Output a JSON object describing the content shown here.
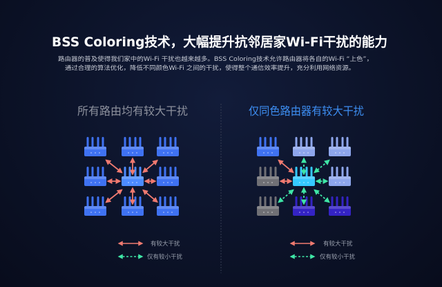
{
  "title": "BSS Coloring技术，大幅提升抗邻居家Wi-Fi干扰的能力",
  "subtitle": [
    "路由器的普及使得我们家中的Wi-Fi 干扰也越来越多。BSS Coloring技术允许路由器将各自的Wi-Fi “上色”，",
    "通过合理的算法优化，降低不同颜色Wi-Fi 之间的干扰，使得整个通信效率提升，充分利用网络资源。"
  ],
  "colors": {
    "background": "#0c1329",
    "title": "#ffffff",
    "strong_interference": "#f07a70",
    "weak_interference": "#3fe6a6",
    "divider": "#353c52"
  },
  "panels": [
    {
      "heading": "所有路由均有较大干扰",
      "heading_color": "#8d919d",
      "center": 4,
      "routers": [
        "#3f72f2",
        "#3f72f2",
        "#3f72f2",
        "#3f72f2",
        "#4c8bff",
        "#3f72f2",
        "#3f72f2",
        "#3f72f2",
        "#3f72f2"
      ],
      "links": [
        {
          "to": 0,
          "level": "strong"
        },
        {
          "to": 1,
          "level": "strong"
        },
        {
          "to": 2,
          "level": "strong"
        },
        {
          "to": 3,
          "level": "strong"
        },
        {
          "to": 5,
          "level": "strong"
        },
        {
          "to": 6,
          "level": "strong"
        },
        {
          "to": 7,
          "level": "strong"
        },
        {
          "to": 8,
          "level": "strong"
        }
      ]
    },
    {
      "heading": "仅同色路由器有较大干扰",
      "heading_color": "#3d8ef2",
      "center": 4,
      "routers": [
        "#3f72f2",
        "#8ea6ec",
        "#8ea6ec",
        "#707075",
        "#35c9ff",
        "#8ea6ec",
        "#707075",
        "#3423c4",
        "#3423c4"
      ],
      "links": [
        {
          "to": 0,
          "level": "strong"
        },
        {
          "to": 1,
          "level": "weak"
        },
        {
          "to": 2,
          "level": "weak"
        },
        {
          "to": 3,
          "level": "strong"
        },
        {
          "to": 5,
          "level": "weak"
        },
        {
          "to": 6,
          "level": "weak"
        },
        {
          "to": 7,
          "level": "weak"
        },
        {
          "to": 8,
          "level": "weak"
        }
      ]
    }
  ],
  "legend": {
    "strong": "有较大干扰",
    "weak": "仅有较小干扰"
  }
}
